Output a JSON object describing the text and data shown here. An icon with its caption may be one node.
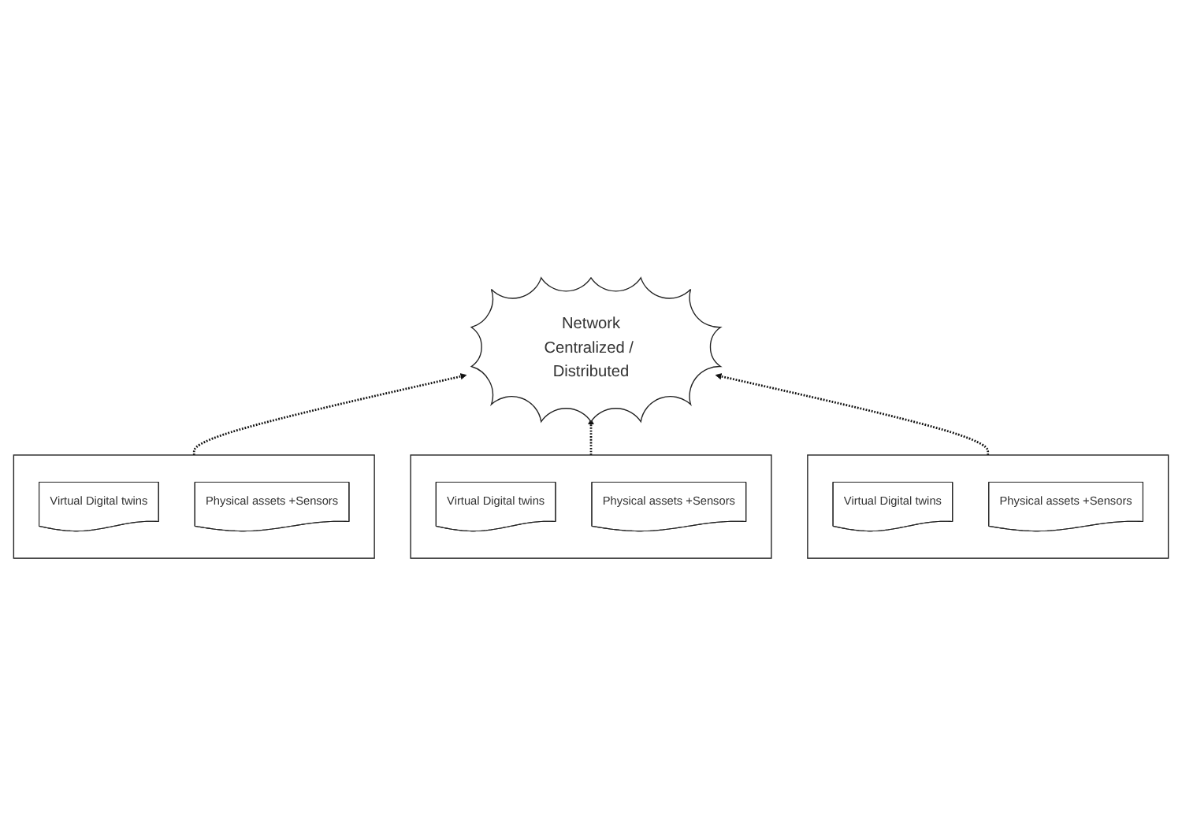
{
  "diagram": {
    "nodes": [
      {
        "text": [
          "Network",
          "Centralized / Distributed"
        ]
      },
      {
        "text": [],
        "shape": "box"
      },
      {
        "text": [
          "Virtual Digital twins"
        ],
        "in": 1
      },
      {
        "text": [
          "Physical assets +Sensors"
        ],
        "in": 1
      },
      {
        "text": [],
        "shape": "box"
      },
      {
        "text": [
          "Virtual Digital twins"
        ],
        "in": 4
      },
      {
        "text": [
          "Physical assets +Sensors"
        ],
        "in": 4
      },
      {
        "text": [],
        "shape": "box"
      },
      {
        "text": [
          "Virtual Digital twins"
        ],
        "in": 7
      },
      {
        "text": [
          "Physical assets +Sensors"
        ],
        "in": 7
      }
    ],
    "edges": [
      {
        "from": 1,
        "to": 0,
        "arrow": "to",
        "style": "dashed"
      },
      {
        "from": 4,
        "to": 0,
        "arrow": "to",
        "style": "dashed"
      },
      {
        "from": 7,
        "to": 0,
        "arrow": "to",
        "style": "dashed"
      }
    ]
  }
}
